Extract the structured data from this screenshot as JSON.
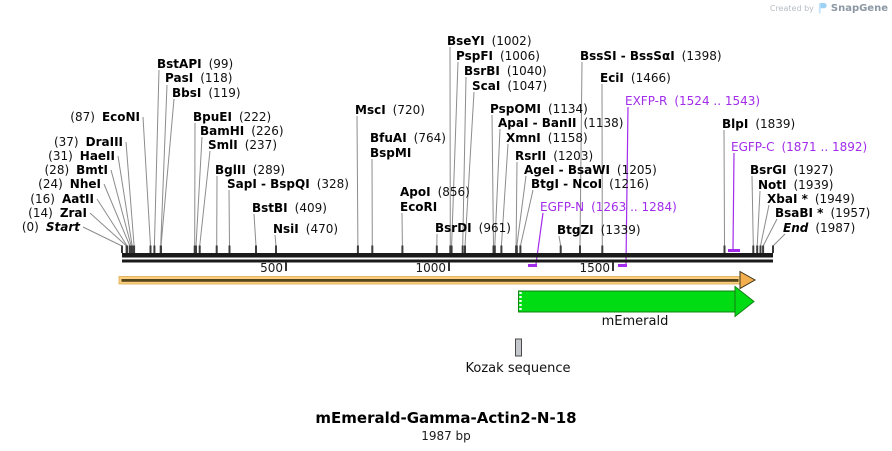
{
  "watermark": {
    "created_by": "Created by",
    "brand": "SnapGene"
  },
  "title": {
    "name": "mEmerald-Gamma-Actin2-N-18",
    "length": "1987 bp"
  },
  "ruler": {
    "labels": [
      "500",
      "1000",
      "1500"
    ]
  },
  "features": {
    "memerald": "mEmerald",
    "kozak": "Kozak sequence"
  },
  "colors": {
    "primer": "#A22CEA",
    "orf_fill": "#FBCF7E",
    "cds_fill": "#00DC14",
    "bar": "#1a1a1a"
  },
  "sites": [
    {
      "pre": "(87)",
      "name": "EcoNI",
      "pos": ""
    },
    {
      "pre": "(37)",
      "name": "DraIII",
      "pos": ""
    },
    {
      "pre": "(31)",
      "name": "HaeII",
      "pos": ""
    },
    {
      "pre": "(28)",
      "name": "BmtI",
      "pos": ""
    },
    {
      "pre": "(24)",
      "name": "NheI",
      "pos": ""
    },
    {
      "pre": "(16)",
      "name": "AatII",
      "pos": ""
    },
    {
      "pre": "(14)",
      "name": "ZraI",
      "pos": ""
    },
    {
      "pre": "(0)",
      "name": "Start",
      "pos": ""
    },
    {
      "pre": "",
      "name": "BstAPI",
      "pos": "(99)"
    },
    {
      "pre": "",
      "name": "PasI",
      "pos": "(118)"
    },
    {
      "pre": "",
      "name": "BbsI",
      "pos": "(119)"
    },
    {
      "pre": "",
      "name": "BpuEI",
      "pos": "(222)"
    },
    {
      "pre": "",
      "name": "BamHI",
      "pos": "(226)"
    },
    {
      "pre": "",
      "name": "SmlI",
      "pos": "(237)"
    },
    {
      "pre": "",
      "name": "BglII",
      "pos": "(289)"
    },
    {
      "pre": "",
      "name": "SapI - BspQI",
      "pos": "(328)"
    },
    {
      "pre": "",
      "name": "BstBI",
      "pos": "(409)"
    },
    {
      "pre": "",
      "name": "NsiI",
      "pos": "(470)"
    },
    {
      "pre": "",
      "name": "MscI",
      "pos": "(720)"
    },
    {
      "pre": "",
      "name": "BfuAI",
      "pos": "(764)"
    },
    {
      "pre": "",
      "name": "BspMI",
      "pos": ""
    },
    {
      "pre": "",
      "name": "ApoI",
      "pos": "(856)"
    },
    {
      "pre": "",
      "name": "EcoRI",
      "pos": ""
    },
    {
      "pre": "",
      "name": "BsrDI",
      "pos": "(961)"
    },
    {
      "pre": "",
      "name": "BseYI",
      "pos": "(1002)"
    },
    {
      "pre": "",
      "name": "PspFI",
      "pos": "(1006)"
    },
    {
      "pre": "",
      "name": "BsrBI",
      "pos": "(1040)"
    },
    {
      "pre": "",
      "name": "ScaI",
      "pos": "(1047)"
    },
    {
      "pre": "",
      "name": "PspOMI",
      "pos": "(1134)"
    },
    {
      "pre": "",
      "name": "ApaI - BanII",
      "pos": "(1138)"
    },
    {
      "pre": "",
      "name": "XmnI",
      "pos": "(1158)"
    },
    {
      "pre": "",
      "name": "RsrII",
      "pos": "(1203)"
    },
    {
      "pre": "",
      "name": "AgeI - BsaWI",
      "pos": "(1205)"
    },
    {
      "pre": "",
      "name": "BtgI - NcoI",
      "pos": "(1216)"
    },
    {
      "pre": "",
      "name": "EGFP-N",
      "pos": "(1263 .. 1284)"
    },
    {
      "pre": "",
      "name": "BtgZI",
      "pos": "(1339)"
    },
    {
      "pre": "",
      "name": "BssSI - BssSαI",
      "pos": "(1398)"
    },
    {
      "pre": "",
      "name": "EciI",
      "pos": "(1466)"
    },
    {
      "pre": "",
      "name": "EXFP-R",
      "pos": "(1524 .. 1543)"
    },
    {
      "pre": "",
      "name": "BlpI",
      "pos": "(1839)"
    },
    {
      "pre": "",
      "name": "EGFP-C",
      "pos": "(1871 .. 1892)"
    },
    {
      "pre": "",
      "name": "BsrGI",
      "pos": "(1927)"
    },
    {
      "pre": "",
      "name": "NotI",
      "pos": "(1939)"
    },
    {
      "pre": "",
      "name": "XbaI *",
      "pos": "(1949)"
    },
    {
      "pre": "",
      "name": "BsaBI *",
      "pos": "(1957)"
    },
    {
      "pre": "",
      "name": "End",
      "pos": "(1987)"
    }
  ]
}
